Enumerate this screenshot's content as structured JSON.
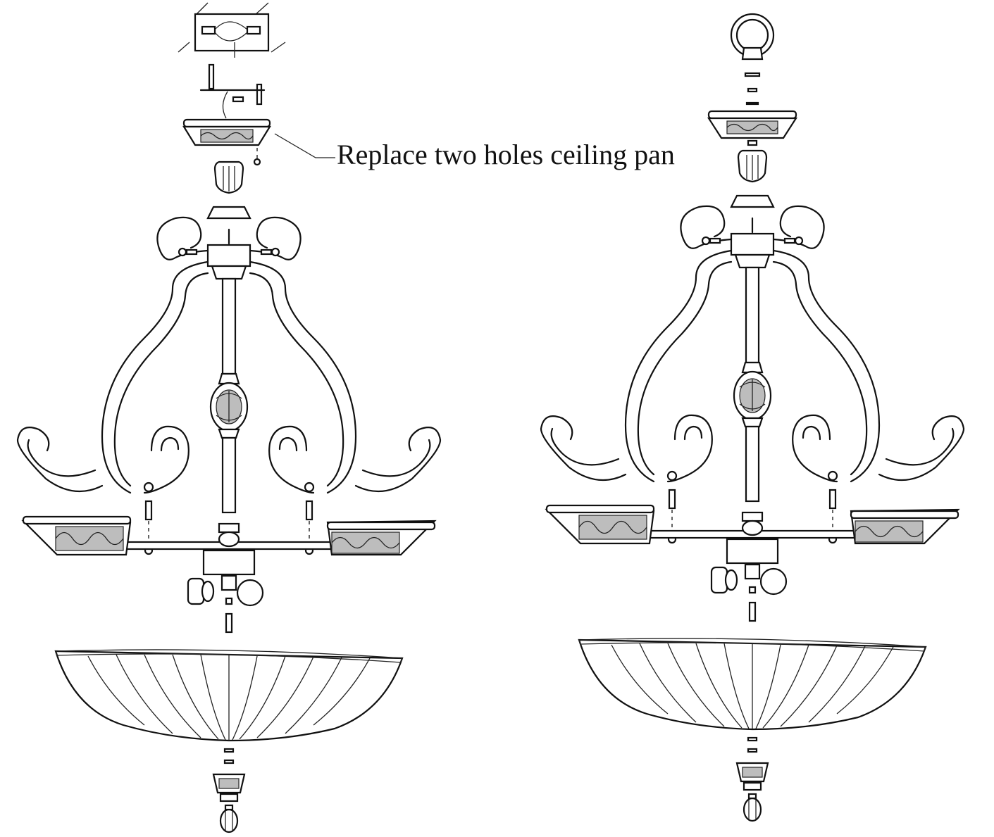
{
  "diagram": {
    "callout_label": "Replace two holes ceiling pan",
    "colors": {
      "line": "#111111",
      "ornament": "#bdbdbd",
      "background": "#ffffff"
    },
    "assemblies": [
      {
        "id": "with-junction-box",
        "parts": [
          "junction-box",
          "mounting-bracket",
          "ceiling-canopy",
          "canopy-knob",
          "cap",
          "frame-arms",
          "stem",
          "decorative-ball",
          "cross-bar",
          "candle-cups",
          "socket-cluster",
          "bowl-shade",
          "finial-cap",
          "finial"
        ]
      },
      {
        "id": "with-hanging-loop",
        "parts": [
          "hanging-loop",
          "canopy",
          "canopy-knob",
          "cap",
          "frame-arms",
          "stem",
          "decorative-ball",
          "cross-bar",
          "candle-cups",
          "socket-cluster",
          "bowl-shade",
          "finial-cap",
          "finial"
        ]
      }
    ]
  }
}
